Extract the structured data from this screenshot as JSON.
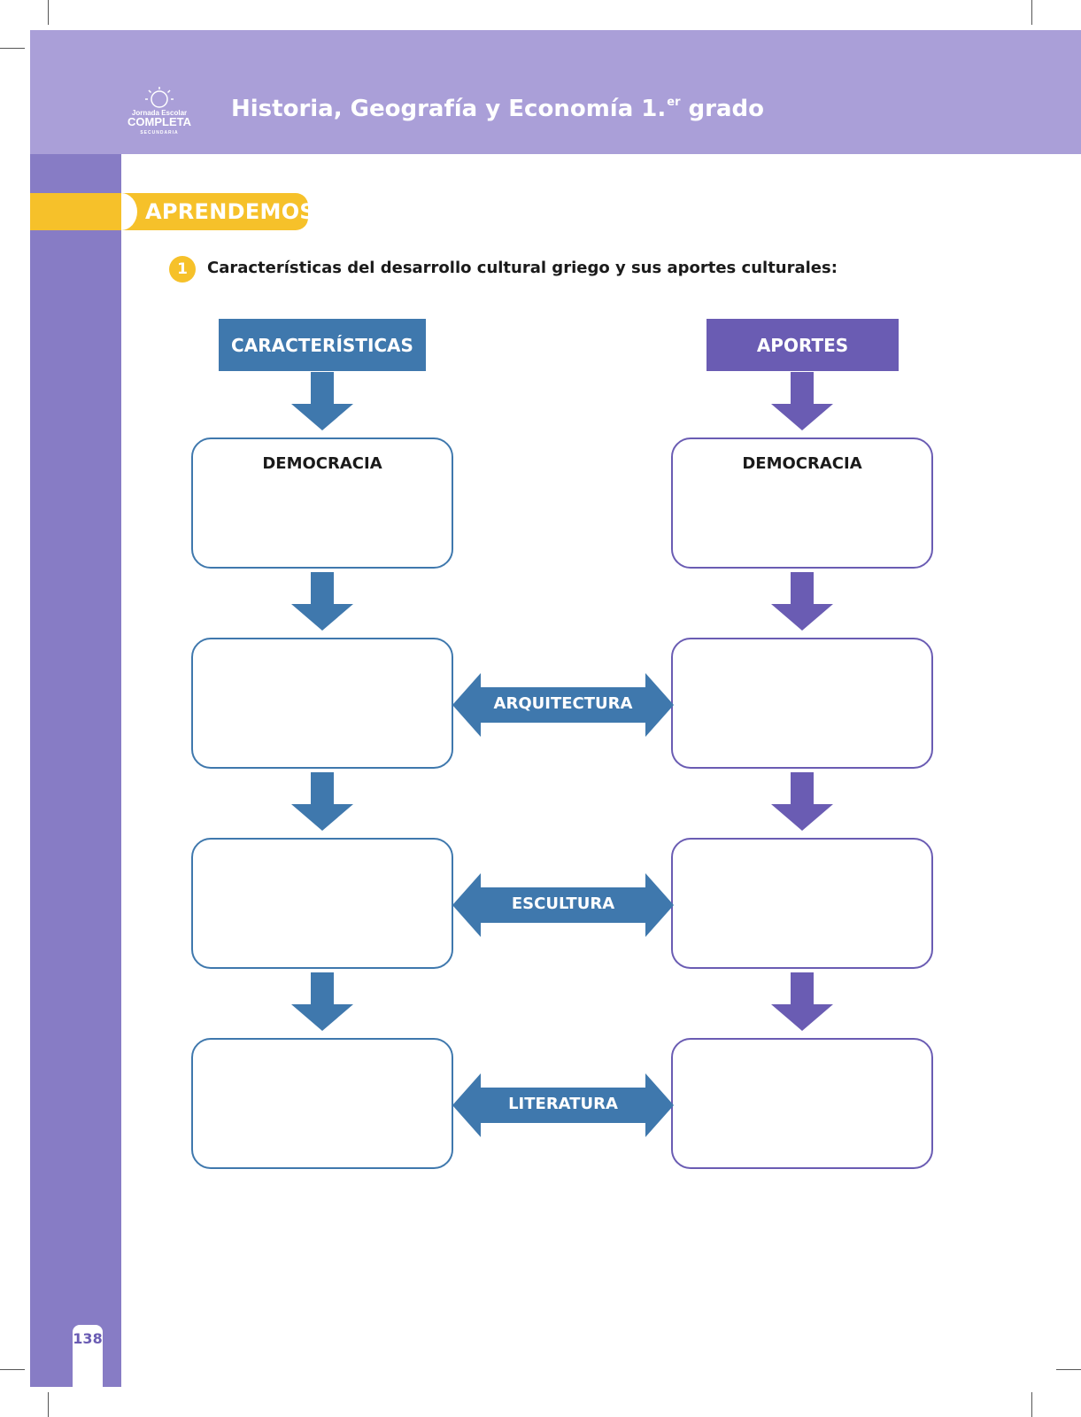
{
  "header": {
    "logo_text": [
      "Jornada Escolar",
      "COMPLETA",
      "SECUNDARIA"
    ],
    "title_main": "Historia, Geografía y Economía 1.",
    "title_sup": "er",
    "title_end": " grado"
  },
  "section": {
    "label": "APRENDEMOS"
  },
  "question": {
    "number": "1",
    "text": "Características del desarrollo cultural griego y sus aportes culturales:"
  },
  "diagram": {
    "left_header": "CARACTERÍSTICAS",
    "right_header": "APORTES",
    "left_boxes": [
      "DEMOCRACIA",
      "",
      "",
      ""
    ],
    "right_boxes": [
      "DEMOCRACIA",
      "",
      "",
      ""
    ],
    "connectors": [
      "ARQUITECTURA",
      "ESCULTURA",
      "LITERATURA"
    ]
  },
  "footer": {
    "page_number": "138"
  },
  "colors": {
    "header_band": "#aa9fd8",
    "side_band": "#877cc5",
    "accent_yellow": "#f6c12a",
    "blue": "#3f78ad",
    "purple": "#6a5cb3"
  }
}
